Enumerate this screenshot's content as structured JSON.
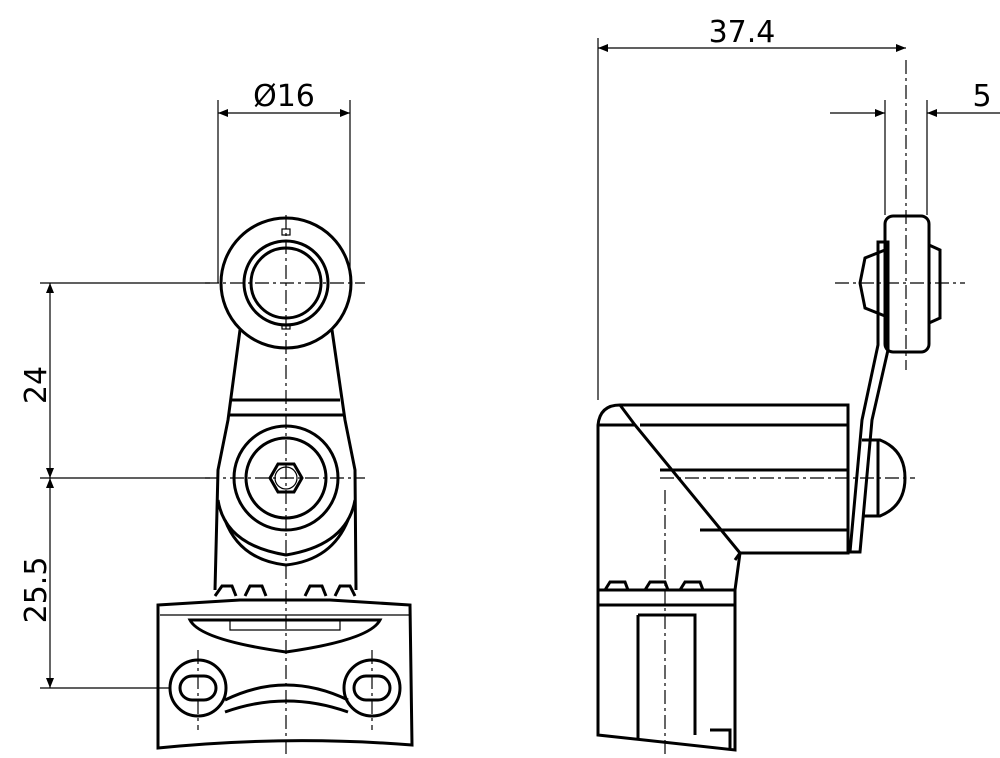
{
  "drawing": {
    "front_view": {
      "diameter_label": "Ø16",
      "height_upper_label": "24",
      "height_lower_label": "25.5"
    },
    "side_view": {
      "width_label": "37.4",
      "roller_width_label": "5"
    }
  }
}
